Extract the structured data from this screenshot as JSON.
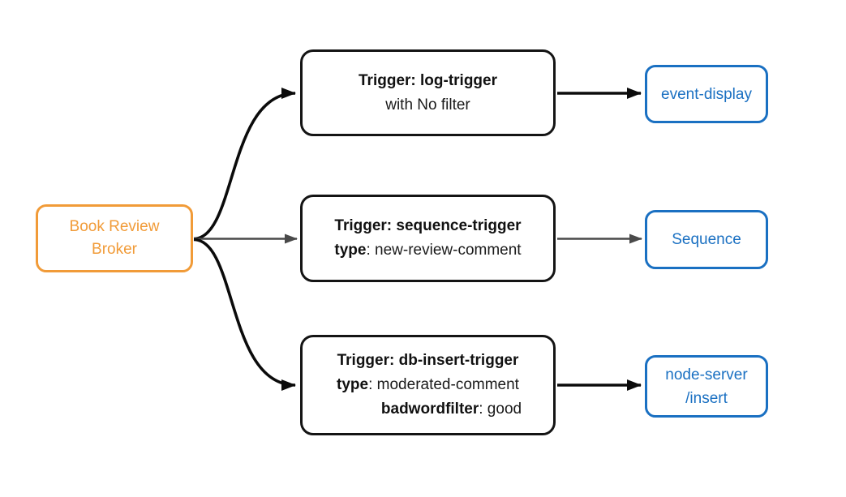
{
  "colors": {
    "broker_orange": "#F19B38",
    "sink_blue": "#1A70C2",
    "trigger_black": "#141414",
    "edge_black": "#0B0B0B",
    "edge_gray": "#4A4A4A",
    "background": "#FFFFFF"
  },
  "broker": {
    "line1": "Book Review",
    "line2": "Broker"
  },
  "triggers": {
    "log": {
      "title": "Trigger: log-trigger",
      "subtitle": "with No filter"
    },
    "sequence": {
      "title": "Trigger: sequence-trigger",
      "attr_key": "type",
      "attr_value": ": new-review-comment"
    },
    "db": {
      "title": "Trigger: db-insert-trigger",
      "attr1_key": "type",
      "attr1_value": ": moderated-comment",
      "attr2_key": "badwordfilter",
      "attr2_value": ": good"
    }
  },
  "sinks": {
    "event_display": {
      "label": "event-display"
    },
    "sequence": {
      "label": "Sequence"
    },
    "node_server": {
      "line1": "node-server",
      "line2": "/insert"
    }
  },
  "edges": [
    {
      "from": "book-review-broker",
      "to": "trigger-log",
      "style": "black-curve"
    },
    {
      "from": "book-review-broker",
      "to": "trigger-sequence",
      "style": "gray-straight"
    },
    {
      "from": "book-review-broker",
      "to": "trigger-db",
      "style": "black-curve"
    },
    {
      "from": "trigger-log",
      "to": "event-display",
      "style": "black-straight"
    },
    {
      "from": "trigger-sequence",
      "to": "sequence",
      "style": "gray-straight"
    },
    {
      "from": "trigger-db",
      "to": "node-server-insert",
      "style": "black-straight"
    }
  ]
}
